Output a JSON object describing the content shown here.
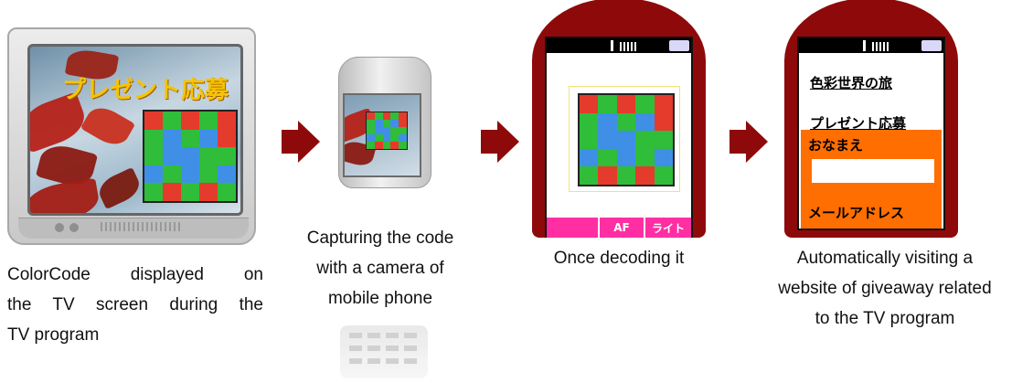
{
  "tv": {
    "overlay_text": "プレゼント応募",
    "caption_lines": [
      "ColorCode displayed on",
      "the TV screen during the",
      "TV program"
    ]
  },
  "camera_phone": {
    "caption_lines": [
      "Capturing the code",
      "with a camera of",
      "mobile phone"
    ]
  },
  "decode_phone": {
    "softkeys": [
      "",
      "AF",
      "ライト"
    ],
    "caption": "Once decoding it"
  },
  "web_phone": {
    "link_title": "色彩世界の旅",
    "link_giveaway": "プレゼント応募",
    "field_name_label": "おなまえ",
    "field_email_label": "メールアドレス",
    "caption_lines": [
      "Automatically visiting a",
      "website of giveaway related",
      "to the TV program"
    ]
  },
  "colorcode_cells": [
    "r",
    "g",
    "r",
    "g",
    "r",
    "g",
    "b",
    "g",
    "b",
    "r",
    "g",
    "b",
    "b",
    "g",
    "g",
    "b",
    "g",
    "b",
    "g",
    "b",
    "g",
    "r",
    "g",
    "r",
    "g"
  ],
  "colors": {
    "red": "#e43b2c",
    "green": "#2fbd3a",
    "blue": "#3f8fe6",
    "handset": "#8e0a0a",
    "form_orange": "#ff6e00",
    "softkey_pink": "#ff2fa3",
    "tv_text": "#f5c400"
  }
}
